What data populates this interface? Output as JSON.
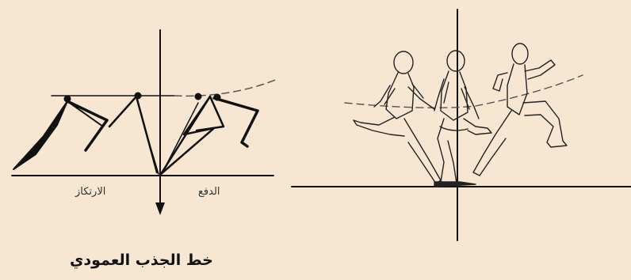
{
  "labels": {
    "support": "الارتكاز",
    "push": "الدفع"
  },
  "caption": "خط الجذب العمودي",
  "colors": {
    "background": "#f6e6d2",
    "ink": "#111111",
    "dashed": "#555555"
  }
}
